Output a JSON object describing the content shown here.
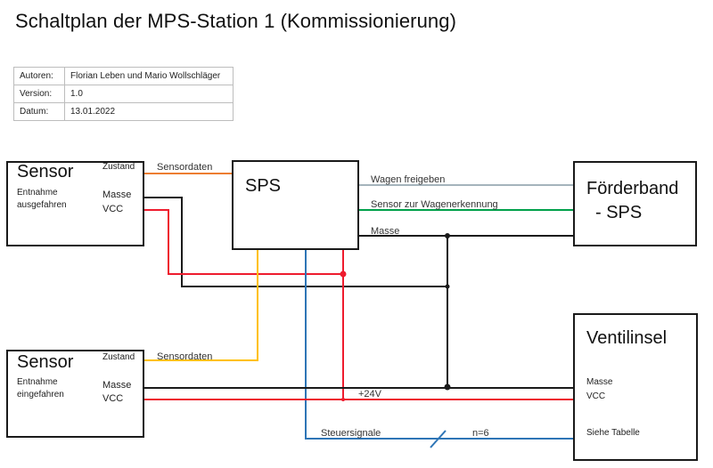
{
  "title": "Schaltplan der MPS-Station 1 (Kommissionierung)",
  "meta": [
    {
      "key": "Autoren:",
      "value": "Florian Leben und Mario Wollschläger"
    },
    {
      "key": "Version:",
      "value": "1.0"
    },
    {
      "key": "Datum:",
      "value": "13.01.2022"
    }
  ],
  "blocks": {
    "sensor1": {
      "title": "Sensor",
      "subtitle_line1": "Entnahme",
      "subtitle_line2": "ausgefahren",
      "port_state": "Zustand",
      "port_ground": "Masse",
      "port_vcc": "VCC"
    },
    "sensor2": {
      "title": "Sensor",
      "subtitle_line1": "Entnahme",
      "subtitle_line2": "eingefahren",
      "port_state": "Zustand",
      "port_ground": "Masse",
      "port_vcc": "VCC"
    },
    "sps": {
      "title": "SPS"
    },
    "foerderband": {
      "title_line1": "Förderband",
      "title_line2": "-  SPS"
    },
    "ventilinsel": {
      "title": "Ventilinsel",
      "port_ground": "Masse",
      "port_vcc": "VCC",
      "port_signals": "Siehe Tabelle"
    }
  },
  "wires": {
    "sensor1_data": {
      "label": "Sensordaten",
      "color": "#ed7d31"
    },
    "sensor2_data": {
      "label": "Sensordaten",
      "color": "#ffc000"
    },
    "wagen_freigeben": {
      "label": "Wagen freigeben",
      "color": "#a5b4bc"
    },
    "wagenerkennung": {
      "label": "Sensor zur Wagenerkennung",
      "color": "#00a04a"
    },
    "masse": {
      "label": "Masse",
      "color": "#1a1a1a"
    },
    "supply": {
      "label": "+24V",
      "color": "#ee1c2e"
    },
    "steuersignale": {
      "label": "Steuersignale",
      "color": "#2e75b6",
      "count_label": "n=6"
    }
  }
}
